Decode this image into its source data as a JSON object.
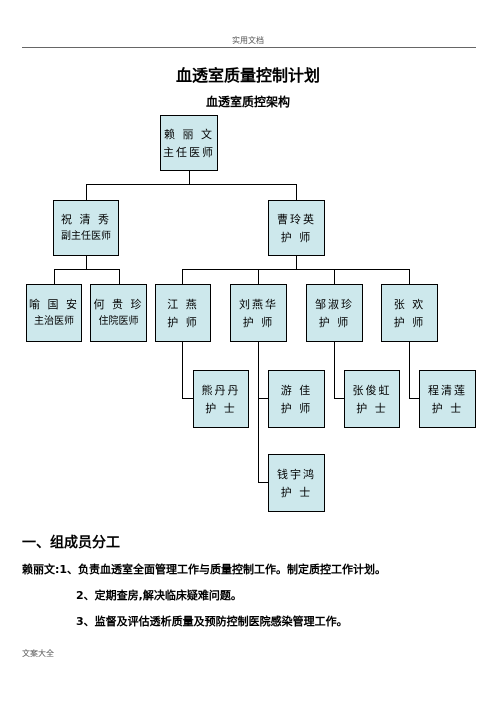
{
  "header": {
    "text": "实用文档"
  },
  "title": "血透室质量控制计划",
  "subtitle": "血透室质控架构",
  "org": {
    "root": {
      "name": "赖 丽 文",
      "role": "主任医师"
    },
    "left": {
      "name": "祝 清 秀",
      "role": "副主任医师"
    },
    "right": {
      "name": "曹玲英",
      "role": "护  师"
    },
    "doctors": [
      {
        "name": "喻 国 安",
        "role": "主治医师"
      },
      {
        "name": "何 贵 珍",
        "role": "住院医师"
      }
    ],
    "nurses": [
      {
        "name": "江  燕",
        "role": "护  师"
      },
      {
        "name": "刘燕华",
        "role": "护  师"
      },
      {
        "name": "邹淑珍",
        "role": "护  师"
      },
      {
        "name": "张  欢",
        "role": "护  师"
      }
    ],
    "subs": [
      {
        "name": "熊丹丹",
        "role": "护  士"
      },
      {
        "name": "游  佳",
        "role": "护  师"
      },
      {
        "name": "张俊虹",
        "role": "护  士"
      },
      {
        "name": "程清莲",
        "role": "护  士"
      },
      {
        "name": "钱宇鸿",
        "role": "护  士"
      }
    ]
  },
  "section": {
    "heading": "一、组成员分工"
  },
  "duties": {
    "line1": "赖丽文:1、负责血透室全面管理工作与质量控制工作。制定质控工作计划。",
    "line2": "2、定期查房,解决临床疑难问题。",
    "line3": "3、监督及评估透析质量及预防控制医院感染管理工作。"
  },
  "footer": {
    "text": "文案大全"
  }
}
